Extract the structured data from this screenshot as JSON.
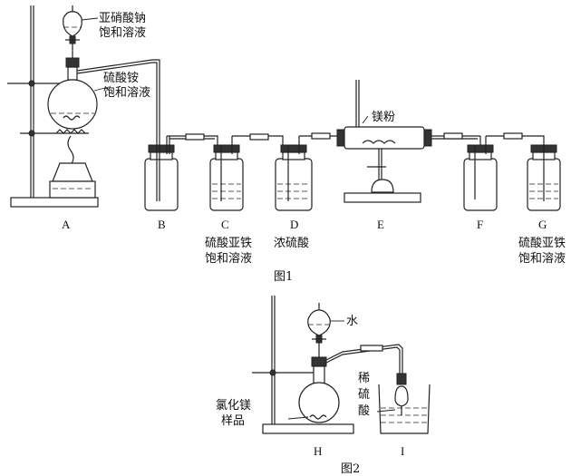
{
  "figure1": {
    "caption": "图1",
    "labels": {
      "a_funnel_reagent": [
        "亚硝酸钠",
        "饱和溶液"
      ],
      "a_flask_reagent": [
        "硫酸铵",
        "饱和溶液"
      ],
      "e_reagent": "镁粉",
      "c_reagent": [
        "硫酸亚铁",
        "饱和溶液"
      ],
      "d_reagent": "浓硫酸",
      "g_reagent": [
        "硫酸亚铁",
        "饱和溶液"
      ]
    },
    "apparatus_letters": [
      "A",
      "B",
      "C",
      "D",
      "E",
      "F",
      "G"
    ]
  },
  "figure2": {
    "caption": "图2",
    "labels": {
      "funnel_reagent": "水",
      "flask_reagent": [
        "氯化镁",
        "样品"
      ],
      "beaker_reagent": [
        "稀",
        "硫",
        "酸"
      ]
    },
    "apparatus_letters": [
      "H",
      "I"
    ]
  }
}
